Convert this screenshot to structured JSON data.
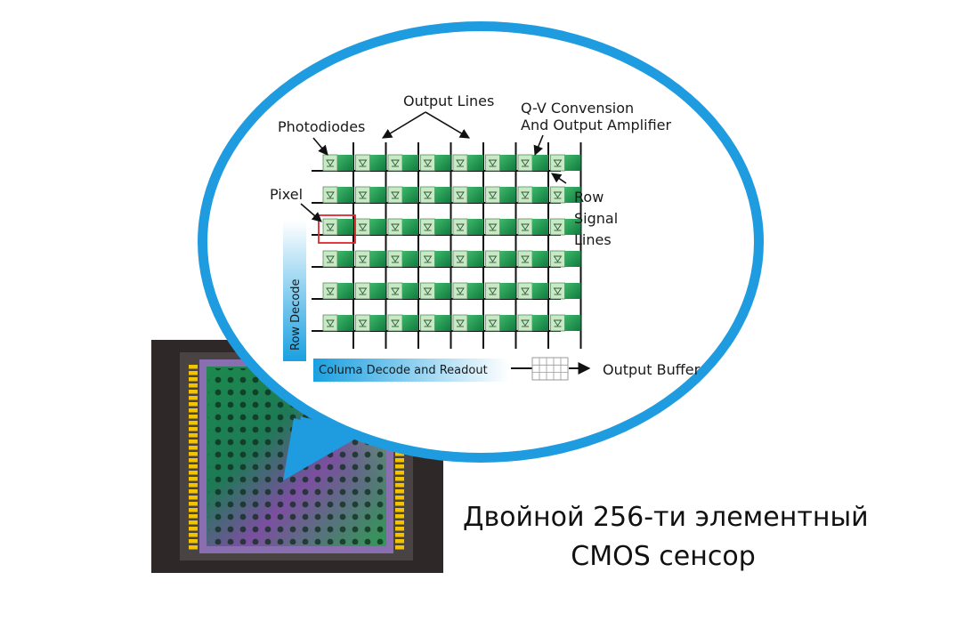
{
  "labels": {
    "output_lines": "Output Lines",
    "qv_line1": "Q-V Convension",
    "qv_line2": "And Output Amplifier",
    "photodiodes": "Photodiodes",
    "pixel": "Pixel",
    "row_signal_1": "Row",
    "row_signal_2": "Signal",
    "row_signal_3": "Lines",
    "row_decode": "Row Decode",
    "column_decode": "Columa Decode and Readout",
    "output_buffer": "Output Buffer"
  },
  "caption": {
    "line1": "Двойной 256-ти элементный",
    "line2": "CMOS сенсор"
  },
  "grid": {
    "rows": 6,
    "cols": 8,
    "highlighted": {
      "row": 2,
      "col": 0
    }
  },
  "colors": {
    "bubble_border": "#1f9be0",
    "pixel_green": "#1e9a52",
    "pixel_light": "#c9e8c6",
    "highlight_red": "#e0262b",
    "sensor_body": "#2e2828",
    "sensor_frame": "#8a6fb0",
    "pins": "#f3c300"
  }
}
